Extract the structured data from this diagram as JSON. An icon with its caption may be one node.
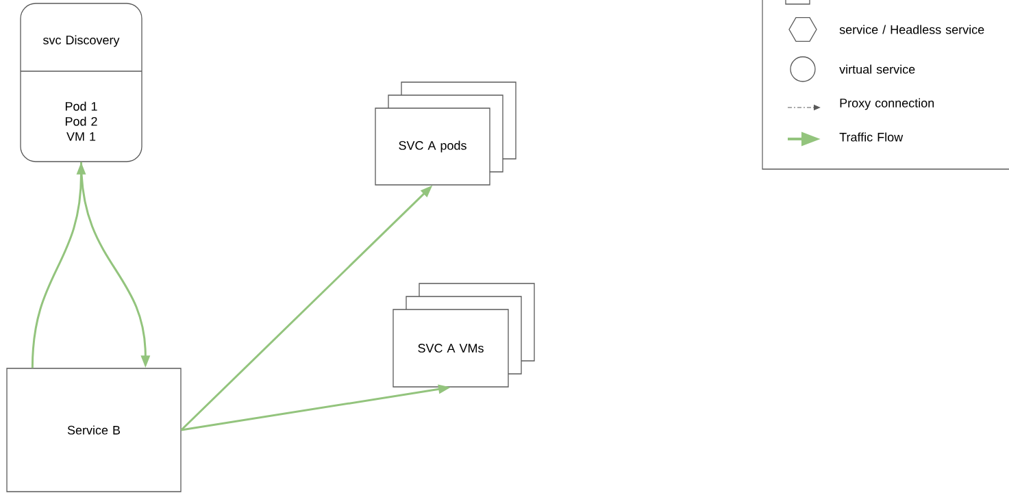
{
  "diagram": {
    "nodes": [
      {
        "text": [
          "svc Discovery",
          "Pod 1 Pod 2 VM 1"
        ]
      },
      {
        "text": [
          "SVC A pods"
        ]
      },
      {
        "text": [
          "SVC A VMs"
        ]
      },
      {
        "text": [
          "Service B"
        ]
      }
    ],
    "edges": [
      {
        "from": 3,
        "to": 0,
        "arrow": "to"
      },
      {
        "from": 0,
        "to": 3,
        "arrow": "to"
      },
      {
        "from": 3,
        "to": 1,
        "arrow": "to"
      },
      {
        "from": 3,
        "to": 2,
        "arrow": "to"
      }
    ],
    "legend": [
      {
        "text": "service / Headless service"
      },
      {
        "text": "virtual service"
      },
      {
        "text": "Proxy connection"
      },
      {
        "text": "Traffic Flow"
      }
    ]
  }
}
